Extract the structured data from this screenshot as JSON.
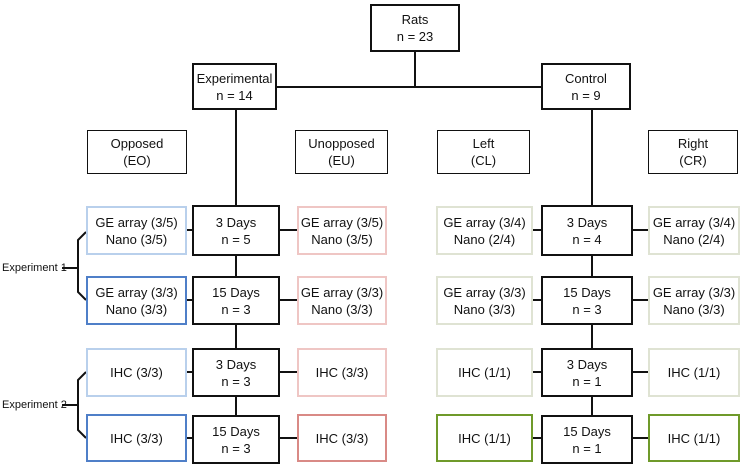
{
  "root": {
    "line1": "Rats",
    "line2": "n = 23"
  },
  "experimental": {
    "line1": "Experimental",
    "line2": "n = 14"
  },
  "control": {
    "line1": "Control",
    "line2": "n = 9"
  },
  "headers": {
    "opposed": {
      "line1": "Opposed",
      "line2": "(EO)"
    },
    "unopposed": {
      "line1": "Unopposed",
      "line2": "(EU)"
    },
    "left": {
      "line1": "Left",
      "line2": "(CL)"
    },
    "right": {
      "line1": "Right",
      "line2": "(CR)"
    }
  },
  "experimental_timepoints": [
    {
      "line1": "3 Days",
      "line2": "n = 5"
    },
    {
      "line1": "15 Days",
      "line2": "n = 3"
    },
    {
      "line1": "3 Days",
      "line2": "n = 3"
    },
    {
      "line1": "15 Days",
      "line2": "n = 3"
    }
  ],
  "control_timepoints": [
    {
      "line1": "3 Days",
      "line2": "n = 4"
    },
    {
      "line1": "15 Days",
      "line2": "n = 3"
    },
    {
      "line1": "3 Days",
      "line2": "n = 1"
    },
    {
      "line1": "15 Days",
      "line2": "n = 1"
    }
  ],
  "eo_boxes": [
    {
      "line1": "GE array (3/5)",
      "line2": "Nano (3/5)"
    },
    {
      "line1": "GE array (3/3)",
      "line2": "Nano (3/3)"
    },
    {
      "line1": "IHC (3/3)"
    },
    {
      "line1": "IHC (3/3)"
    }
  ],
  "eu_boxes": [
    {
      "line1": "GE array (3/5)",
      "line2": "Nano (3/5)"
    },
    {
      "line1": "GE array (3/3)",
      "line2": "Nano (3/3)"
    },
    {
      "line1": "IHC (3/3)"
    },
    {
      "line1": "IHC (3/3)"
    }
  ],
  "cl_boxes": [
    {
      "line1": "GE array (3/4)",
      "line2": "Nano (2/4)"
    },
    {
      "line1": "GE array (3/3)",
      "line2": "Nano (3/3)"
    },
    {
      "line1": "IHC (1/1)"
    },
    {
      "line1": "IHC (1/1)"
    }
  ],
  "cr_boxes": [
    {
      "line1": "GE array (3/4)",
      "line2": "Nano (2/4)"
    },
    {
      "line1": "GE array (3/3)",
      "line2": "Nano (3/3)"
    },
    {
      "line1": "IHC (1/1)"
    },
    {
      "line1": "IHC (1/1)"
    }
  ],
  "experiment_labels": [
    "Experiment 1",
    "Experiment 2"
  ],
  "colors": {
    "line": "#111111",
    "eo_exp1_3d": "#b9d0ec",
    "eo_exp1_15d": "#4f7fc8",
    "eo_exp2_3d": "#b9d0ec",
    "eo_exp2_15d": "#4f7fc8",
    "eu_light": "#efc6c4",
    "eu_dark": "#d98a86",
    "cl_light": "#dfe3d3",
    "cl_dark": "#6f9a2a"
  }
}
